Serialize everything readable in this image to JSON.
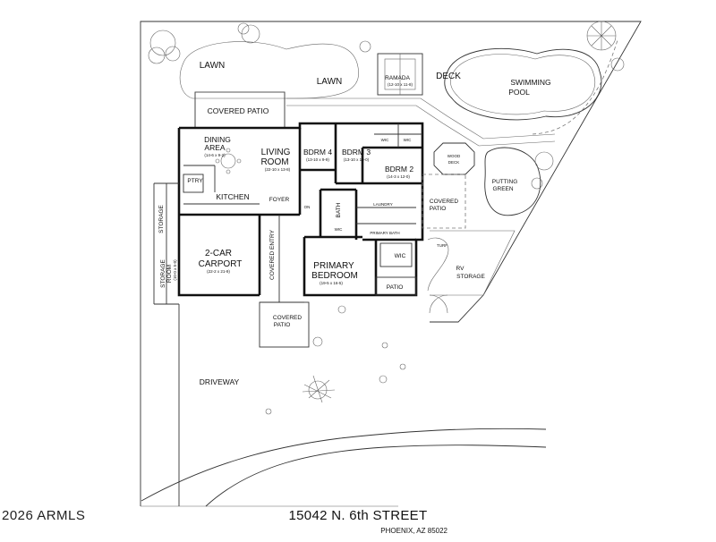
{
  "footer": {
    "address": "15042 N. 6th STREET",
    "city": "PHOENIX, AZ 85022"
  },
  "watermark": "2026 ARMLS",
  "labels": {
    "lawn_left": "LAWN",
    "lawn_center": "LAWN",
    "ramada": "RAMADA",
    "ramada_dim": "(12-10 x 11-8)",
    "deck": "DECK",
    "pool_1": "SWIMMING",
    "pool_2": "POOL",
    "covered_patio_top": "COVERED PATIO",
    "dining_1": "DINING",
    "dining_2": "AREA",
    "dining_dim": "(14-6 x 9-2)",
    "living_1": "LIVING",
    "living_2": "ROOM",
    "living_dim": "(22-10 x 13-8)",
    "bdrm4": "BDRM 4",
    "bdrm4_dim": "(13-10 x 9-9)",
    "bdrm3": "BDRM 3",
    "bdrm3_dim": "(13-10 x 10-0)",
    "wic_a": "WIC",
    "wic_b": "WIC",
    "bdrm2": "BDRM 2",
    "bdrm2_dim": "(14-3 x 12-0)",
    "wood_deck_1": "WOOD",
    "wood_deck_2": "DECK",
    "putting_1": "PUTTING",
    "putting_2": "GREEN",
    "ptry": "PTRY",
    "kitchen": "KITCHEN",
    "foyer": "FOYER",
    "bath": "BATH",
    "laundry": "LAUNDRY",
    "wic_c": "WIC",
    "primary_bath": "PRIMARY BATH",
    "covered_patio_right_1": "COVERED",
    "covered_patio_right_2": "PATIO",
    "turf": "TURF",
    "wic_d": "WIC",
    "storage_top": "STORAGE",
    "carport_1": "2-CAR",
    "carport_2": "CARPORT",
    "carport_dim": "(22-2 x 21-9)",
    "storage_room_1": "STORAGE",
    "storage_room_2": "ROOM",
    "storage_room_dim": "(10-0 x 5-0)",
    "covered_entry": "COVERED ENTRY",
    "primary_bed_1": "PRIMARY",
    "primary_bed_2": "BEDROOM",
    "primary_bed_dim": "(19-5 x 16-5)",
    "patio": "PATIO",
    "rv_1": "RV",
    "rv_2": "STORAGE",
    "covered_patio_bottom_1": "COVERED",
    "covered_patio_bottom_2": "PATIO",
    "driveway": "DRIVEWAY",
    "on_label": "ON"
  }
}
